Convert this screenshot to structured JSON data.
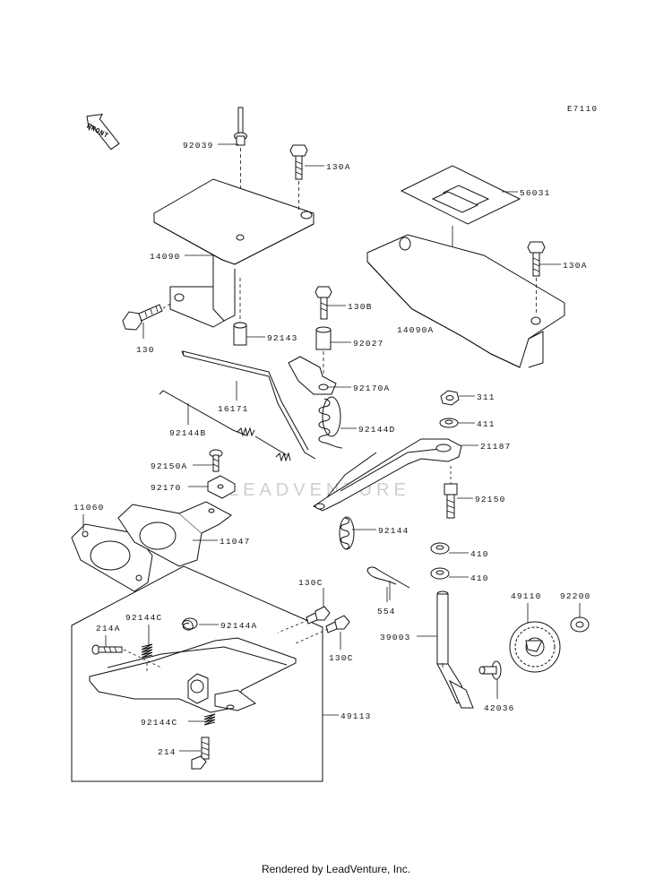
{
  "diagram_code": "E7110",
  "front_label": "FRONT",
  "watermark": "LEADVENTURE",
  "footer": "Rendered by LeadVenture, Inc.",
  "labels": {
    "p92039": "92039",
    "p130A_1": "130A",
    "p56031": "56031",
    "p130A_2": "130A",
    "p14090": "14090",
    "p14090A": "14090A",
    "p130": "130",
    "p92143": "92143",
    "p130B": "130B",
    "p92027": "92027",
    "p92170A": "92170A",
    "p16171": "16171",
    "p311": "311",
    "p411": "411",
    "p92144B": "92144B",
    "p92144D": "92144D",
    "p21187": "21187",
    "p92150A": "92150A",
    "p92150": "92150",
    "p92170": "92170",
    "p11060": "11060",
    "p11047": "11047",
    "p92144": "92144",
    "p410_1": "410",
    "p410_2": "410",
    "p130C_1": "130C",
    "p554": "554",
    "p49110": "49110",
    "p92200": "92200",
    "p214A": "214A",
    "p92144C_1": "92144C",
    "p92144A": "92144A",
    "p130C_2": "130C",
    "p39003": "39003",
    "p42036": "42036",
    "p92144C_2": "92144C",
    "p49113": "49113",
    "p214": "214"
  }
}
